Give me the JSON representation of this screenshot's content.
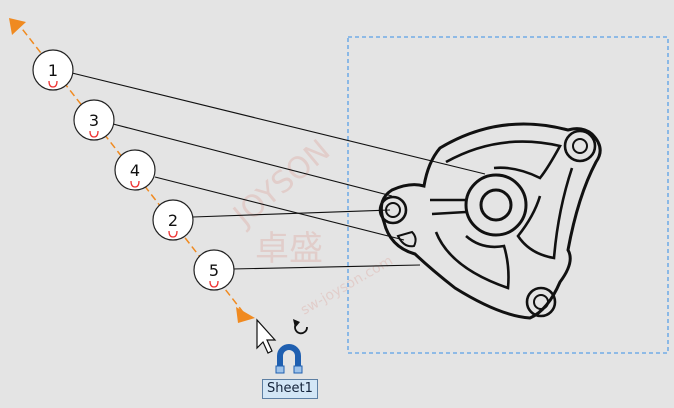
{
  "balloons": [
    {
      "label": "1"
    },
    {
      "label": "3"
    },
    {
      "label": "4"
    },
    {
      "label": "2"
    },
    {
      "label": "5"
    }
  ],
  "sheet_label": "Sheet1",
  "watermark": {
    "text_cn": "卓盛",
    "text_en": "JOYSON",
    "url": "sw-joyson.com"
  },
  "colors": {
    "background": "#e4e4e4",
    "alignment_line": "#f08a20",
    "selection_box": "#5aa0e6",
    "balloon_fill": "#ffffff",
    "leader_line": "#111111",
    "magnet_icon": "#1f5fb0",
    "sheet_label_bg": "#d3e6f6"
  },
  "icons": [
    "magnet-icon",
    "rotate-icon",
    "pointer-cursor-icon",
    "triangle-handle-icon"
  ]
}
